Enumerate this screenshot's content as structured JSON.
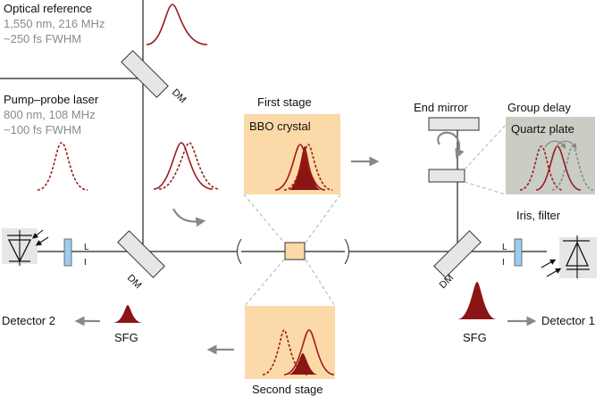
{
  "optical_reference": {
    "title": "Optical reference",
    "line1": "1,550 nm, 216 MHz",
    "line2": "~250 fs FWHM"
  },
  "pump_probe": {
    "title": "Pump–probe laser",
    "line1": "800 nm, 108 MHz",
    "line2": "~100 fs FWHM"
  },
  "first_stage": {
    "title": "First stage",
    "crystal": "BBO crystal"
  },
  "second_stage": {
    "title": "Second stage"
  },
  "end_mirror": {
    "label": "End mirror"
  },
  "group_delay": {
    "title": "Group delay",
    "plate": "Quartz plate"
  },
  "iris": {
    "label": "Iris, filter"
  },
  "dm_label": "DM",
  "lens_label": "L",
  "filter_label": "I",
  "detector1": {
    "label": "Detector 1",
    "sfg": "SFG"
  },
  "detector2": {
    "label": "Detector 2",
    "sfg": "SFG"
  },
  "colors": {
    "pulse": "#9b1c1c",
    "stage_box": "#fcd9a8",
    "group_delay_box": "#c9cdc4",
    "optic_gray": "#e6e6e6",
    "arrow_gray": "#888888",
    "filter_blue": "#9ecbee"
  },
  "icons": [
    "dichroic-mirror-icon",
    "photodiode-icon",
    "lens-icon",
    "mirror-icon",
    "rotation-arrow-icon"
  ]
}
